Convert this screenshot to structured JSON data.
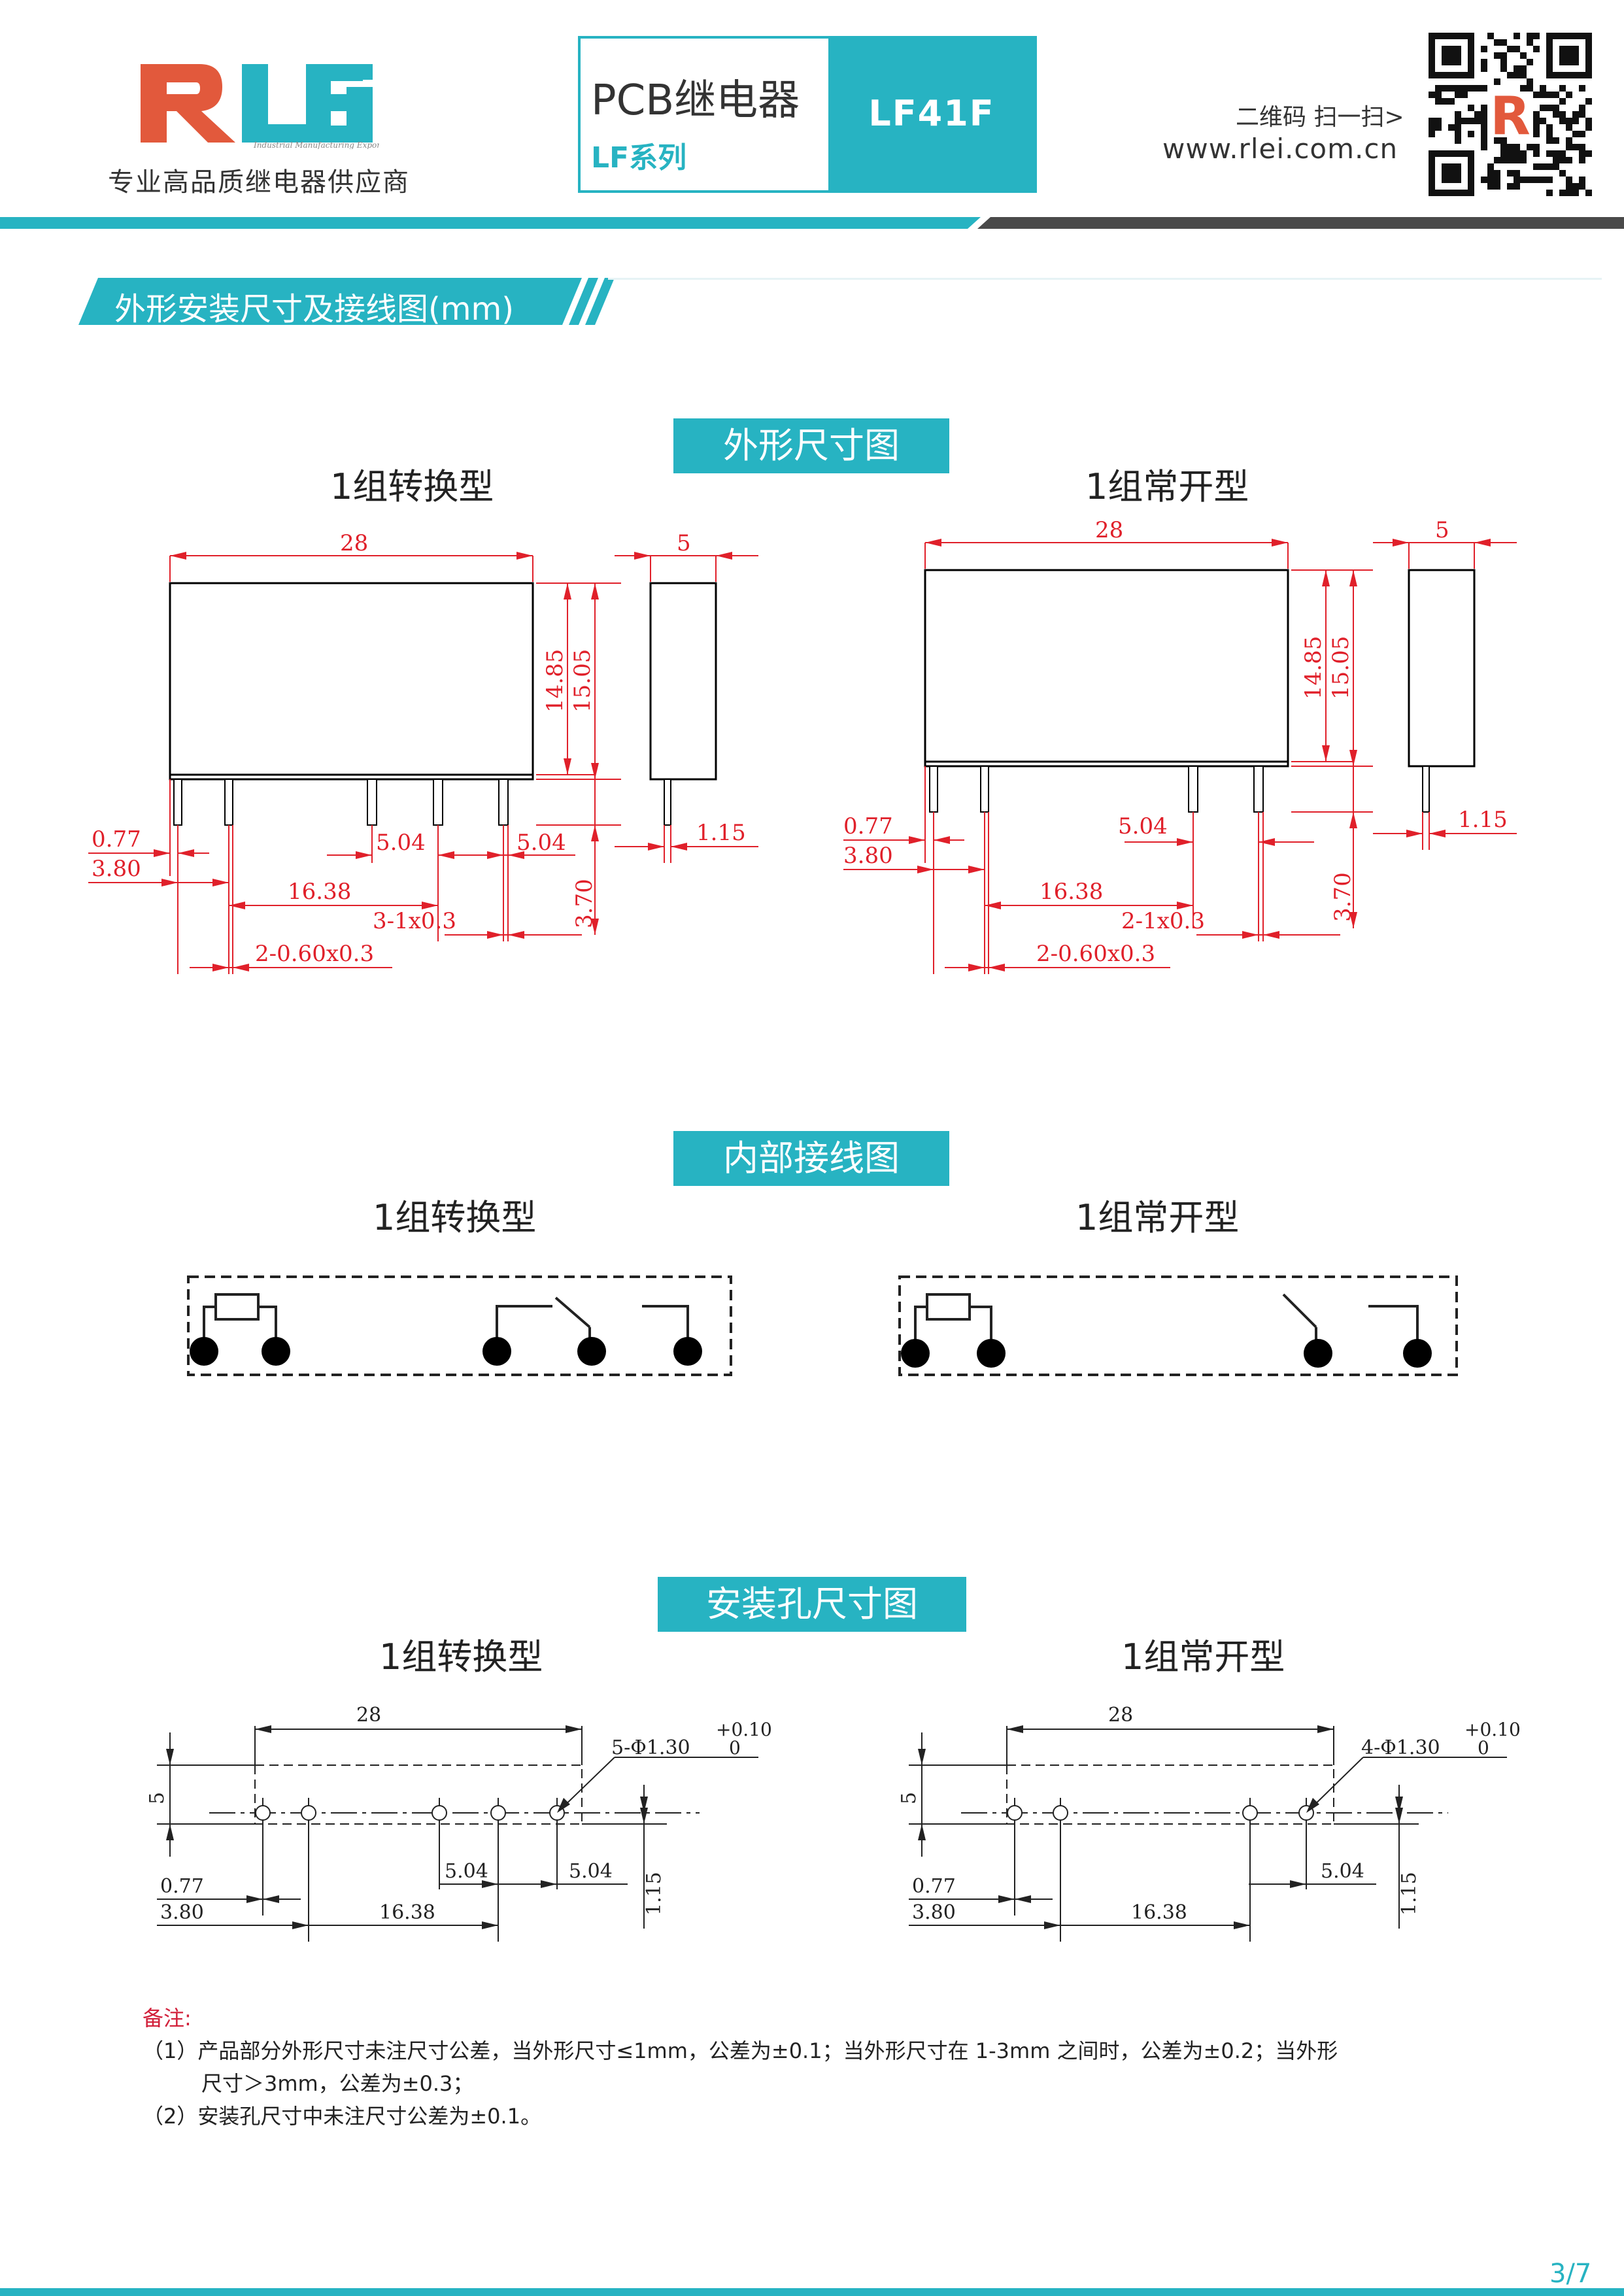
{
  "header": {
    "logo_text": "RLEi",
    "logo_tagline": "Industrial Manufacturing Export",
    "company_slogan": "专业高品质继电器供应商",
    "product_title": "PCB继电器",
    "series": "LF系列",
    "model": "LF41F",
    "scan_text": "二维码 扫一扫>",
    "website": "www.rlei.com.cn",
    "colors": {
      "accent": "#27b3c2",
      "logo_red": "#e2593c",
      "dark_bar": "#4a4a4a",
      "dim_red": "#e0202a"
    }
  },
  "section_title": "外形安装尺寸及接线图(mm)",
  "outline": {
    "title": "外形尺寸图",
    "changeover": {
      "label": "1组转换型",
      "dims": {
        "length": "28",
        "width": "5",
        "h1": "14.85",
        "h2": "15.05",
        "a": "0.77",
        "b": "3.80",
        "c": "16.38",
        "d": "5.04",
        "e": "5.04",
        "f": "1.15",
        "g": "3.70",
        "h": "3-1x0.3",
        "i": "2-0.60x0.3"
      }
    },
    "normally_open": {
      "label": "1组常开型",
      "dims": {
        "length": "28",
        "width": "5",
        "h1": "14.85",
        "h2": "15.05",
        "a": "0.77",
        "b": "3.80",
        "c": "16.38",
        "d": "5.04",
        "f": "1.15",
        "g": "3.70",
        "h": "2-1x0.3",
        "i": "2-0.60x0.3"
      }
    }
  },
  "wiring": {
    "title": "内部接线图",
    "changeover_label": "1组转换型",
    "normally_open_label": "1组常开型"
  },
  "mounting": {
    "title": "安装孔尺寸图",
    "changeover": {
      "label": "1组转换型",
      "dims": {
        "length": "28",
        "width": "5",
        "holes": "5-Φ1.30",
        "tol_up": "+0.10",
        "tol_low": "0",
        "a": "0.77",
        "b": "3.80",
        "c": "16.38",
        "d": "5.04",
        "e": "5.04",
        "f": "1.15"
      }
    },
    "normally_open": {
      "label": "1组常开型",
      "dims": {
        "length": "28",
        "width": "5",
        "holes": "4-Φ1.30",
        "tol_up": "+0.10",
        "tol_low": "0",
        "a": "0.77",
        "b": "3.80",
        "c": "16.38",
        "d": "5.04",
        "f": "1.15"
      }
    }
  },
  "notes": {
    "heading": "备注:",
    "n1a": "（1）产品部分外形尺寸未注尺寸公差，当外形尺寸≤1mm，公差为±0.1；当外形尺寸在 1-3mm 之间时，公差为±0.2；当外形",
    "n1b": "尺寸＞3mm，公差为±0.3；",
    "n2": "（2）安装孔尺寸中未注尺寸公差为±0.1。"
  },
  "page_number": "3/7"
}
